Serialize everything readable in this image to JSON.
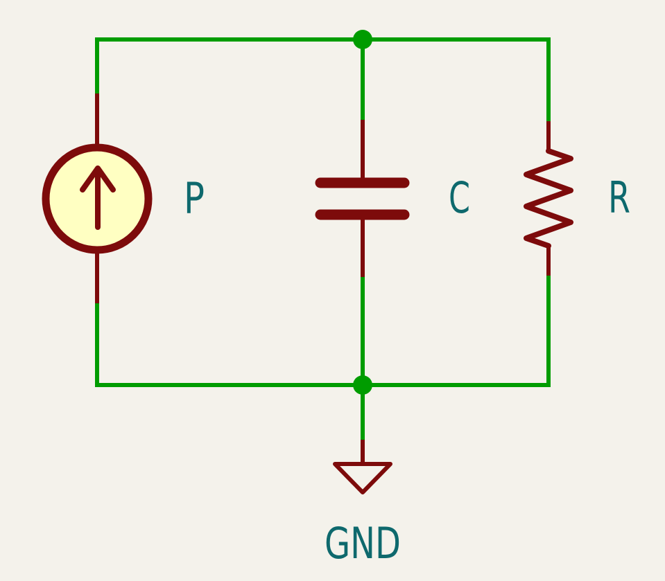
{
  "colors": {
    "background": "#F4F2EB",
    "wire": "#009C00",
    "component": "#7D0B0B",
    "label": "#0E696D",
    "source_fill": "#FFFFC2"
  },
  "schematic": {
    "type": "circuit-schematic",
    "components": [
      {
        "id": "P",
        "type": "current-source",
        "label": "P",
        "orientation": "arrow-up"
      },
      {
        "id": "C",
        "type": "capacitor",
        "label": "C",
        "orientation": "vertical"
      },
      {
        "id": "R",
        "type": "resistor",
        "label": "R",
        "orientation": "vertical"
      },
      {
        "id": "GND",
        "type": "ground",
        "label": "GND",
        "orientation": "down"
      }
    ],
    "topology": "P, C and R connected in parallel between top net and bottom net; bottom net tied to GND",
    "labels": {
      "source": "P",
      "capacitor": "C",
      "resistor": "R",
      "ground": "GND"
    }
  }
}
